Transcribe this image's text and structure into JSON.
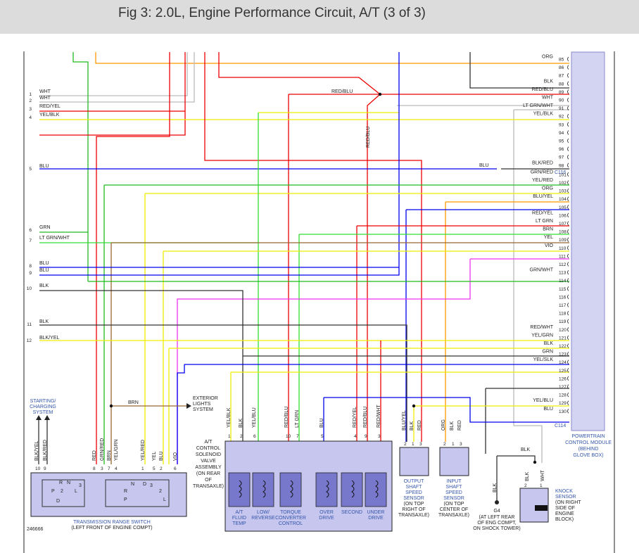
{
  "header": {
    "title": "Fig 3: 2.0L, Engine Performance Circuit, A/T (3 of 3)"
  },
  "colors": {
    "frame": "#222222",
    "box_fill": "#c6c6ee",
    "pcm_fill": "#d3d3f2",
    "wire": {
      "ORG": "#ff9900",
      "RED": "#ee0000",
      "BLK": "#333333",
      "WHT": "#bbbbbb",
      "BLU": "#0000ee",
      "YEL": "#eeee00",
      "GRN": "#22bb22",
      "LT GRN": "#33dd33",
      "BRN": "#996633",
      "VIO": "#ee33ee",
      "GRY": "#999999"
    }
  },
  "left_pins": [
    {
      "num": "1",
      "label": "WHT"
    },
    {
      "num": "2",
      "label": "WHT"
    },
    {
      "num": "3",
      "label": "RED/YEL"
    },
    {
      "num": "4",
      "label": "YEL/BLK"
    },
    {
      "num": "5",
      "label": "BLU"
    },
    {
      "num": "6",
      "label": "GRN"
    },
    {
      "num": "7",
      "label": "LT GRN/WHT"
    },
    {
      "num": "8",
      "label": "BLU"
    },
    {
      "num": "9",
      "label": "BLU"
    },
    {
      "num": "10",
      "label": "BLK"
    },
    {
      "num": "11",
      "label": "BLK"
    },
    {
      "num": "12",
      "label": "BLK/YEL"
    }
  ],
  "pcm_pins": [
    {
      "num": "85",
      "label": "ORG"
    },
    {
      "num": "86",
      "label": ""
    },
    {
      "num": "87",
      "label": ""
    },
    {
      "num": "88",
      "label": "BLK"
    },
    {
      "num": "89",
      "label": "RED/BLU"
    },
    {
      "num": "90",
      "label": "WHT"
    },
    {
      "num": "91",
      "label": "LT GRN/WHT"
    },
    {
      "num": "92",
      "label": "YEL/BLK"
    },
    {
      "num": "93",
      "label": ""
    },
    {
      "num": "94",
      "label": ""
    },
    {
      "num": "95",
      "label": ""
    },
    {
      "num": "96",
      "label": ""
    },
    {
      "num": "97",
      "label": ""
    },
    {
      "num": "98",
      "label": "BLK/RED"
    },
    {
      "num": "101",
      "label": "GRN/RED"
    },
    {
      "num": "102",
      "label": "YEL/RED"
    },
    {
      "num": "103",
      "label": "ORG"
    },
    {
      "num": "104",
      "label": "BLU/YEL"
    },
    {
      "num": "105",
      "label": ""
    },
    {
      "num": "106",
      "label": "RED/YEL"
    },
    {
      "num": "107",
      "label": "LT GRN"
    },
    {
      "num": "108",
      "label": "BRN"
    },
    {
      "num": "109",
      "label": "YEL"
    },
    {
      "num": "110",
      "label": "VIO"
    },
    {
      "num": "111",
      "label": ""
    },
    {
      "num": "112",
      "label": ""
    },
    {
      "num": "113",
      "label": "GRN/WHT"
    },
    {
      "num": "114",
      "label": ""
    },
    {
      "num": "115",
      "label": ""
    },
    {
      "num": "116",
      "label": ""
    },
    {
      "num": "117",
      "label": ""
    },
    {
      "num": "118",
      "label": ""
    },
    {
      "num": "119",
      "label": ""
    },
    {
      "num": "120",
      "label": "RED/WHT"
    },
    {
      "num": "121",
      "label": "YEL/GRN"
    },
    {
      "num": "122",
      "label": "BLK"
    },
    {
      "num": "123",
      "label": "GRN"
    },
    {
      "num": "124",
      "label": "YEL/SLK"
    },
    {
      "num": "125",
      "label": ""
    },
    {
      "num": "126",
      "label": ""
    },
    {
      "num": "127",
      "label": ""
    },
    {
      "num": "128",
      "label": ""
    },
    {
      "num": "129",
      "label": "YEL/BLU"
    },
    {
      "num": "130",
      "label": "BLU"
    }
  ],
  "pcm": {
    "connector_top": "C116",
    "connector_bottom": "C114",
    "label_1": "POWERTRAIN",
    "label_2": "CONTROL MODULE",
    "label_3": "(BEHIND",
    "label_4": "GLOVE BOX)"
  },
  "splices": {
    "red_blu": "RED/BLU",
    "red_blu_vertical": "RED/BLU",
    "blu_inline": "BLU"
  },
  "starting": {
    "line_1": "STARTING/",
    "line_2": "CHARGING",
    "line_3": "SYSTEM"
  },
  "exterior": {
    "line_1": "EXTERIOR",
    "line_2": "LIGHTS",
    "line_3": "SYSTEM",
    "wire": "BRN"
  },
  "trs": {
    "label_1": "TRANSMISSION RANGE SWITCH",
    "label_2": "(LEFT FRONT OF ENGINE COMPT)",
    "wires": [
      {
        "num": "10",
        "label": "BLK/YEL"
      },
      {
        "num": "9",
        "label": "BLK/RED"
      },
      {
        "num": "8",
        "label": "RED"
      },
      {
        "num": "3",
        "label": "GRN/RED"
      },
      {
        "num": "7",
        "label": "BRN"
      },
      {
        "num": "4",
        "label": "YEL/GRN"
      },
      {
        "num": "1",
        "label": "YEL/RED"
      },
      {
        "num": "5",
        "label": "YEL"
      },
      {
        "num": "2",
        "label": "BLU"
      },
      {
        "num": "6",
        "label": "VIO"
      }
    ],
    "positions_left": [
      "R",
      "N",
      "D",
      "3",
      "P",
      "2",
      "L"
    ],
    "positions_right": [
      "R",
      "N",
      "D",
      "3",
      "P",
      "2",
      "L"
    ]
  },
  "solenoid": {
    "title": [
      "A/T",
      "CONTROL",
      "SOLENOID",
      "VALVE",
      "ASSEMBLY",
      "(ON REAR",
      "OF",
      "TRANSAXLE)"
    ],
    "wires": [
      {
        "num": "1",
        "label": "YEL/BLK"
      },
      {
        "num": "2",
        "label": "BLK"
      },
      {
        "num": "6",
        "label": "YEL/BLU"
      },
      {
        "num": "10",
        "label": "RED/BLU"
      },
      {
        "num": "7",
        "label": "LT GRN"
      },
      {
        "num": "5",
        "label": "BLU"
      },
      {
        "num": "4",
        "label": "RED/YEL"
      },
      {
        "num": "9",
        "label": "RED/BLU"
      },
      {
        "num": "3",
        "label": "RED/WHT"
      }
    ],
    "units": [
      {
        "l1": "A/T",
        "l2": "FLUID",
        "l3": "TEMP"
      },
      {
        "l1": "LOW/",
        "l2": "REVERSE",
        "l3": ""
      },
      {
        "l1": "TORQUE",
        "l2": "CONVERTER",
        "l3": "CONTROL"
      },
      {
        "l1": "OVER",
        "l2": "DRIVE",
        "l3": ""
      },
      {
        "l1": "SECOND",
        "l2": "",
        "l3": ""
      },
      {
        "l1": "UNDER",
        "l2": "DRIVE",
        "l3": ""
      }
    ]
  },
  "output_sensor": {
    "wires": [
      {
        "num": "2",
        "label": "BLU/YEL"
      },
      {
        "num": "1",
        "label": "BLK"
      },
      {
        "num": "3",
        "label": "RED"
      }
    ],
    "lines": [
      "OUTPUT",
      "SHAFT",
      "SPEED",
      "SENSOR",
      "(ON TOP",
      "RIGHT OF",
      "TRANSAXLE)"
    ]
  },
  "input_sensor": {
    "wires": [
      {
        "num": "2",
        "label": "ORG"
      },
      {
        "num": "1",
        "label": "BLK"
      },
      {
        "num": "3",
        "label": "RED"
      }
    ],
    "lines": [
      "INPUT",
      "SHAFT",
      "SPEED",
      "SENSOR",
      "(ON TOP",
      "CENTER OF",
      "TRANSAXLE)"
    ]
  },
  "ground": {
    "id": "G4",
    "wire": "BLK",
    "lines": [
      "(AT LEFT REAR",
      "OF ENG COMPT,",
      "ON SHOCK TOWER)"
    ]
  },
  "knock": {
    "wires": [
      {
        "num": "2",
        "label": "BLK"
      },
      {
        "num": "1",
        "label": "WHT"
      }
    ],
    "top_wire": "BLK",
    "lines": [
      "KNOCK",
      "SENSOR",
      "(ON RIGHT",
      "SIDE OF",
      "ENGINE",
      "BLOCK)"
    ]
  },
  "figure_id": "246666"
}
